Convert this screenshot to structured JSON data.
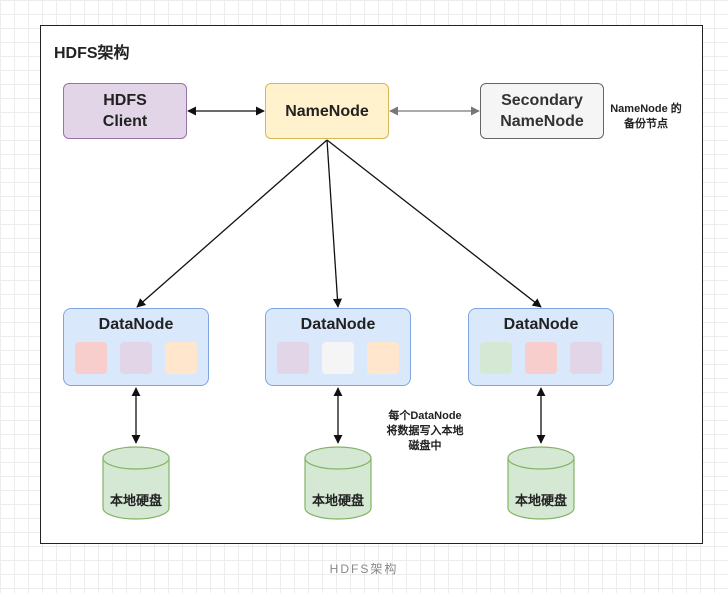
{
  "title": "HDFS架构",
  "client": {
    "label": "HDFS\nClient"
  },
  "namenode": {
    "label": "NameNode"
  },
  "secondary": {
    "label": "Secondary\nNameNode",
    "note": "NameNode 的\n备份节点"
  },
  "datanodes": [
    {
      "label": "DataNode",
      "blocks": [
        "#f8cecc",
        "#e1d5e7",
        "#ffe6cc"
      ]
    },
    {
      "label": "DataNode",
      "blocks": [
        "#e1d5e7",
        "#f5f5f5",
        "#ffe6cc"
      ]
    },
    {
      "label": "DataNode",
      "blocks": [
        "#d5e8d4",
        "#f8cecc",
        "#e1d5e7"
      ]
    }
  ],
  "disks": [
    {
      "label": "本地硬盘"
    },
    {
      "label": "本地硬盘"
    },
    {
      "label": "本地硬盘"
    }
  ],
  "datanode_note": "每个DataNode\n将数据写入本地\n磁盘中",
  "caption": "HDFS架构",
  "colors": {
    "client_fill": "#e1d5e7",
    "client_border": "#9673a6",
    "namenode_fill": "#fff2cc",
    "namenode_border": "#d6b656",
    "secondary_fill": "#f5f5f5",
    "secondary_border": "#666666",
    "secondary_text": "#333333",
    "datanode_fill": "#dae8fc",
    "datanode_border": "#7ea6e0",
    "disk_fill": "#d5e8d4",
    "disk_border": "#82b366"
  }
}
